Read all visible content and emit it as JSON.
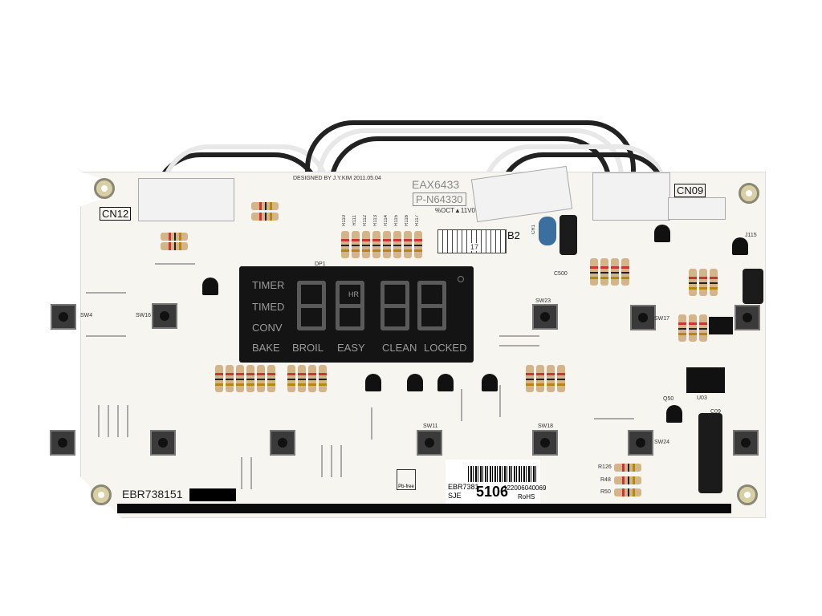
{
  "board": {
    "designer_text": "DESIGNED BY J.Y.KIM 2011.05.04",
    "part_top": "EAX6433",
    "part_box": "P-N64330",
    "date_code": "%OCT▲11V0",
    "b2": "B2",
    "cn12": "CN12",
    "cn09": "CN09",
    "ebr_bottom": "EBR738151",
    "pb_free": "Pb-free",
    "grid_number": "17"
  },
  "display": {
    "labels": [
      "TIMER",
      "TIMED",
      "CONV"
    ],
    "modes": [
      "BAKE",
      "BROIL",
      "EASY",
      "CLEAN",
      "LOCKED"
    ],
    "hr": "HR"
  },
  "sticker": {
    "model": "EBR7381",
    "suffix": "SJE",
    "number": "5106",
    "serial": "122006040069",
    "rohs": "RoHS"
  },
  "silk": {
    "sw_labels": [
      "SW4",
      "SW16",
      "SW23",
      "SW17",
      "SW11",
      "SW18",
      "SW24"
    ],
    "misc": [
      "R110",
      "R111",
      "R112",
      "R113",
      "R114",
      "R115",
      "R116",
      "R117",
      "DP1",
      "C500",
      "CR1",
      "J115",
      "R126",
      "R48",
      "R50",
      "C09",
      "U03",
      "Q50"
    ]
  }
}
